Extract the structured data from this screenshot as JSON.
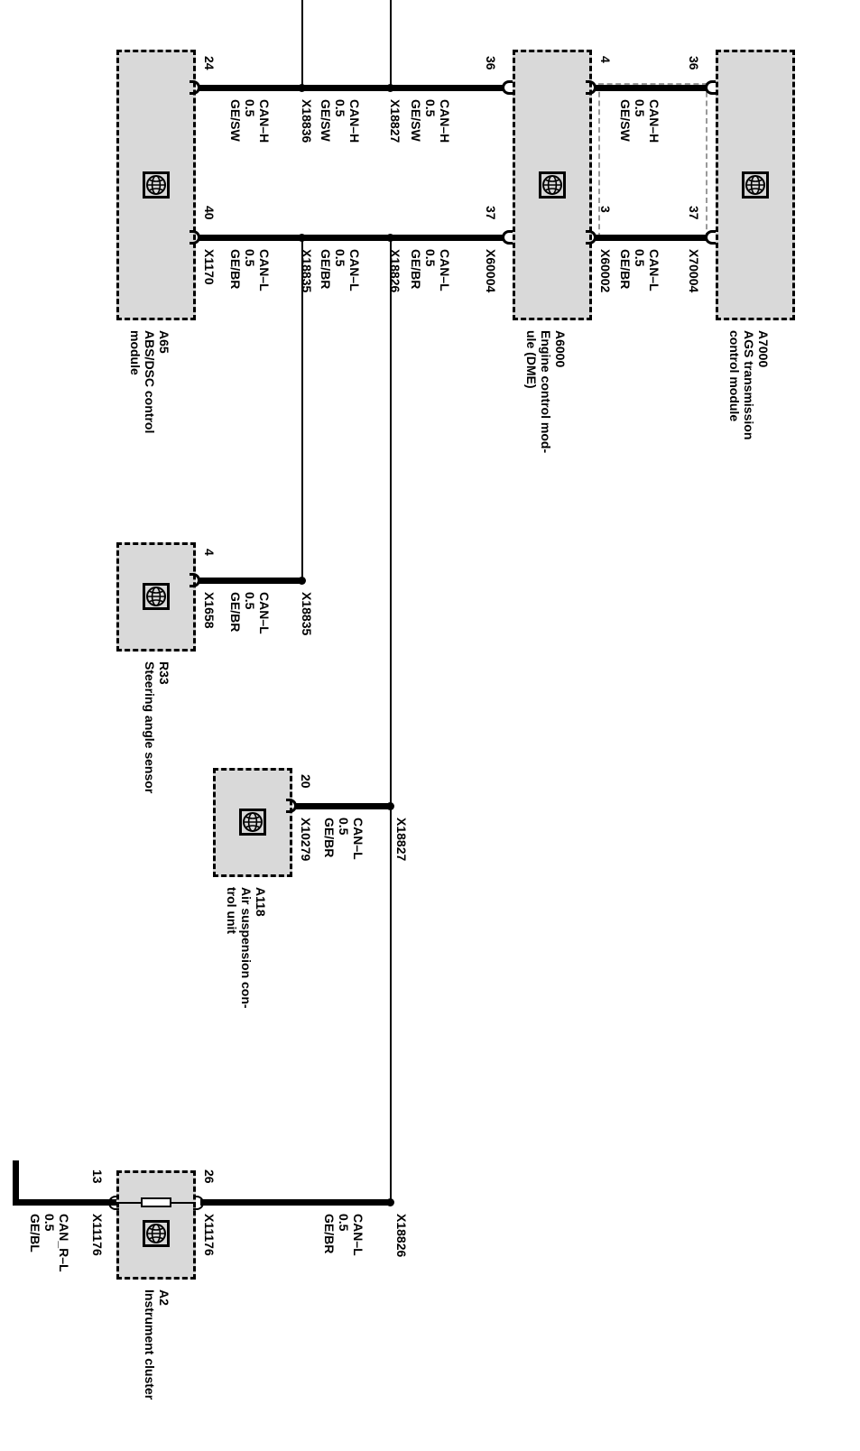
{
  "diagram": {
    "title": "CAN bus wiring diagram",
    "orientation": "rotated-90",
    "colors": {
      "module_fill": "#d9d9d9",
      "module_border": "#000000",
      "harness_border": "#9a9a9a",
      "wire": "#000000",
      "background": "#ffffff"
    }
  },
  "modules": [
    {
      "key": "abs",
      "id": "A65",
      "name": "ABS/DSC control module",
      "icon": "globe-icon",
      "connector": "X1170",
      "pins": [
        {
          "number": "24",
          "signal": "CAN–H",
          "size": "0.5",
          "color": "GE/SW"
        },
        {
          "number": "40",
          "signal": "CAN–L",
          "size": "0.5",
          "color": "GE/BR"
        }
      ]
    },
    {
      "key": "dme",
      "id": "A6000",
      "name": "Engine control mod-\nule (DME)",
      "name_line1": "Engine control mod-",
      "name_line2": "ule (DME)",
      "icon": "globe-icon",
      "connector": "X60004",
      "pins": [
        {
          "number": "36",
          "signal": "CAN–H",
          "size": "0.5",
          "color": "GE/SW"
        },
        {
          "number": "37",
          "signal": "CAN–L",
          "size": "0.5",
          "color": "GE/BR"
        }
      ]
    },
    {
      "key": "ags",
      "id": "A7000",
      "name": "AGS transmission control module",
      "name_line1": "AGS transmission",
      "name_line2": "control module",
      "icon": "globe-icon",
      "connector": "X70004",
      "pins": [
        {
          "number": "36",
          "signal": "CAN–H",
          "size": "0.5",
          "color": "GE/SW"
        },
        {
          "number": "37",
          "signal": "CAN–L",
          "size": "0.5",
          "color": "GE/BR"
        }
      ]
    },
    {
      "key": "steering",
      "id": "R33",
      "name": "Steering angle sensor",
      "icon": "globe-icon",
      "connector": "X1658",
      "pins": [
        {
          "number": "4",
          "signal": "CAN–L",
          "size": "0.5",
          "color": "GE/BR"
        }
      ]
    },
    {
      "key": "airsusp",
      "id": "A118",
      "name": "Air suspension con-\ntrol unit",
      "name_line1": "Air suspension con-",
      "name_line2": "trol unit",
      "icon": "globe-icon",
      "connector": "X10279",
      "pins": [
        {
          "number": "20",
          "signal": "CAN–L",
          "size": "0.5",
          "color": "GE/BR"
        }
      ]
    },
    {
      "key": "cluster",
      "id": "A2",
      "name": "Instrument cluster",
      "icon": "globe-icon",
      "has_terminating_resistor": true,
      "pins": [
        {
          "number": "13",
          "signal": "CAN_R–L",
          "size": "0.5",
          "color": "GE/BL",
          "connector": "X11176"
        },
        {
          "number": "26",
          "signal": "CAN–L",
          "size": "0.5",
          "color": "GE/BR",
          "connector": "X11176"
        }
      ]
    }
  ],
  "dme_extra_connector": "X60002",
  "dme_link_pins": [
    {
      "number": "4",
      "signal": "CAN–H",
      "size": "0.5",
      "color": "GE/SW"
    },
    {
      "number": "3",
      "signal": "CAN–L",
      "size": "0.5",
      "color": "GE/BR"
    }
  ],
  "splices": {
    "can_h": [
      {
        "label": "X18836"
      },
      {
        "label": "X18827"
      }
    ],
    "can_l": [
      {
        "label": "X18835"
      },
      {
        "label": "X18826"
      }
    ],
    "branch_steering": {
      "label": "X18835"
    },
    "branch_airsusp": {
      "label": "X18827"
    },
    "branch_cluster": {
      "label": "X18826"
    }
  },
  "wire_segments": {
    "abs_to_x18836_h": {
      "signal": "CAN–H",
      "size": "0.5",
      "color": "GE/SW"
    },
    "x18836_to_x18827_h": {
      "signal": "CAN–H",
      "size": "0.5",
      "color": "GE/SW"
    },
    "x18827_to_dme_h": {
      "signal": "CAN–H",
      "size": "0.5",
      "color": "GE/SW"
    },
    "dme_to_ags_h": {
      "signal": "CAN–H",
      "size": "0.5",
      "color": "GE/SW"
    },
    "abs_to_x18835_l": {
      "signal": "CAN–L",
      "size": "0.5",
      "color": "GE/BR"
    },
    "x18835_to_x18826_l": {
      "signal": "CAN–L",
      "size": "0.5",
      "color": "GE/BR"
    },
    "x18826_to_dme_l": {
      "signal": "CAN–L",
      "size": "0.5",
      "color": "GE/BR"
    },
    "dme_to_ags_l": {
      "signal": "CAN–L",
      "size": "0.5",
      "color": "GE/BR"
    },
    "steering_branch": {
      "signal": "CAN–L",
      "size": "0.5",
      "color": "GE/BR"
    },
    "airsusp_branch": {
      "signal": "CAN–L",
      "size": "0.5",
      "color": "GE/BR"
    },
    "cluster_left": {
      "signal": "CAN_R–L",
      "size": "0.5",
      "color": "GE/BL"
    },
    "cluster_right": {
      "signal": "CAN–L",
      "size": "0.5",
      "color": "GE/BR"
    }
  }
}
